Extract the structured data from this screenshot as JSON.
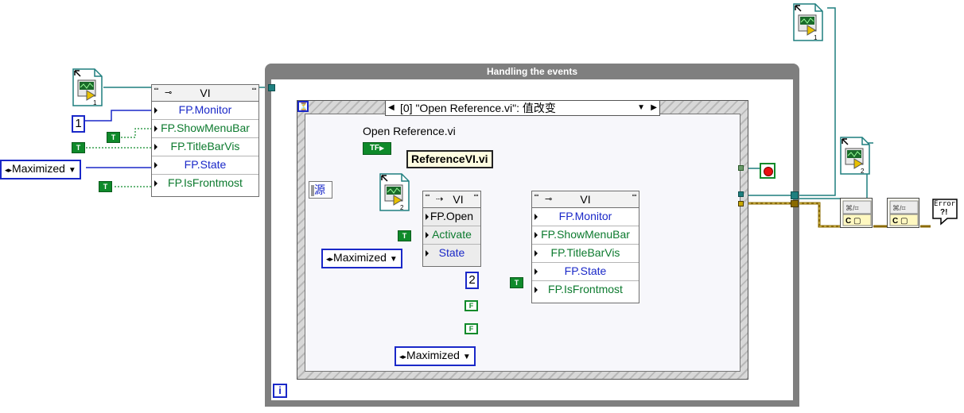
{
  "outer_property_node": {
    "header": "VI",
    "properties": [
      "FP.Monitor",
      "FP.ShowMenuBar",
      "FP.TitleBarVis",
      "FP.State",
      "FP.IsFrontmost"
    ]
  },
  "left_constants": {
    "monitor_value": "1",
    "bool_true": "T",
    "state_ring": "Maximized"
  },
  "while_loop": {
    "title": "Handling the events",
    "iteration_terminal": "i"
  },
  "event_structure": {
    "selector_label": "[0] \"Open Reference.vi\": 值改变",
    "event_source": "源",
    "control_label": "Open Reference.vi",
    "control_value": "TF",
    "vi_name": "ReferenceVI.vi",
    "invoke_node": {
      "header": "VI",
      "method": "FP.Open",
      "params": [
        "Activate",
        "State"
      ]
    },
    "inner_property_node": {
      "header": "VI",
      "properties": [
        "FP.Monitor",
        "FP.ShowMenuBar",
        "FP.TitleBarVis",
        "FP.State",
        "FP.IsFrontmost"
      ]
    },
    "monitor_value": "2",
    "bool_true": "T",
    "bool_false": "F",
    "state_ring": "Maximized"
  },
  "icons": {
    "vi_ref_1": "1",
    "vi_ref_2": "2",
    "error_handler": "Error"
  },
  "colors": {
    "loop_border": "#7f7f7f",
    "event_border": "#b8b8b8",
    "ref_wire": "#1f7f7f",
    "error_wire": "#8a6a00",
    "enum_blue": "#1a28c8",
    "bool_green": "#0f8a2a"
  }
}
